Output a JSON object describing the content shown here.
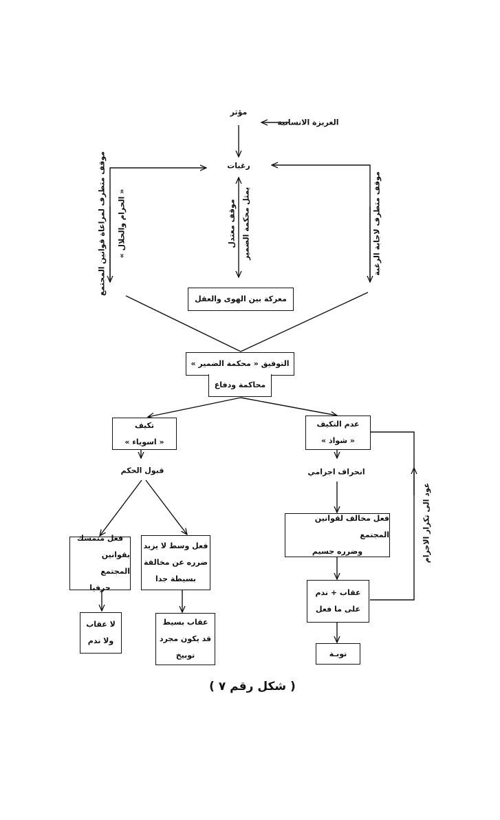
{
  "top": {
    "stimulus": "مؤثر",
    "instinct": "الغريزة الانسانية",
    "desires": "رغبات"
  },
  "side_labels": {
    "left_outer": "موقف متطرف لمراعاة قوانين المجتمع",
    "left_inner": "« الحرام والحلال »",
    "center_a": "موقف معتدل",
    "center_b": "يمثل محكمة الضمير",
    "right": "موقف متطرف لاجابة الرغبة",
    "loop": "عود الى تكرار الاجرام"
  },
  "boxes": {
    "battle": "معركة بين الهوى والعقل",
    "reconcile": "التوفيق « محكمة الضمير »",
    "trial": "محاكمة ودفاع",
    "adapt": [
      "تكيف",
      "« اسوياء »"
    ],
    "non_adapt": [
      "عدم التكيف",
      "« شواذ »"
    ],
    "strict": [
      "فعل متمسك",
      "بقوانين المجتمع",
      "حرفيا"
    ],
    "moderate": [
      "فعل وسط لا يزيد",
      "ضرره عن مخالفة",
      "بسيطة جدا"
    ],
    "no_punish": [
      "لا عقاب",
      "ولا ندم"
    ],
    "light_punish": [
      "عقاب بسيط",
      "قد يكون مجرد",
      "توبيخ"
    ],
    "violating": [
      "فعل مخالف لقوانين المجتمع",
      "وضرره جسيم"
    ],
    "punish_regret": [
      "عقاب + ندم",
      "على ما فعل"
    ],
    "repentance": "توبـة"
  },
  "labels": {
    "accept": "قبول الحكم",
    "deviation": "انحراف اجرامي"
  },
  "caption": "( شكل رقم ٧ )"
}
